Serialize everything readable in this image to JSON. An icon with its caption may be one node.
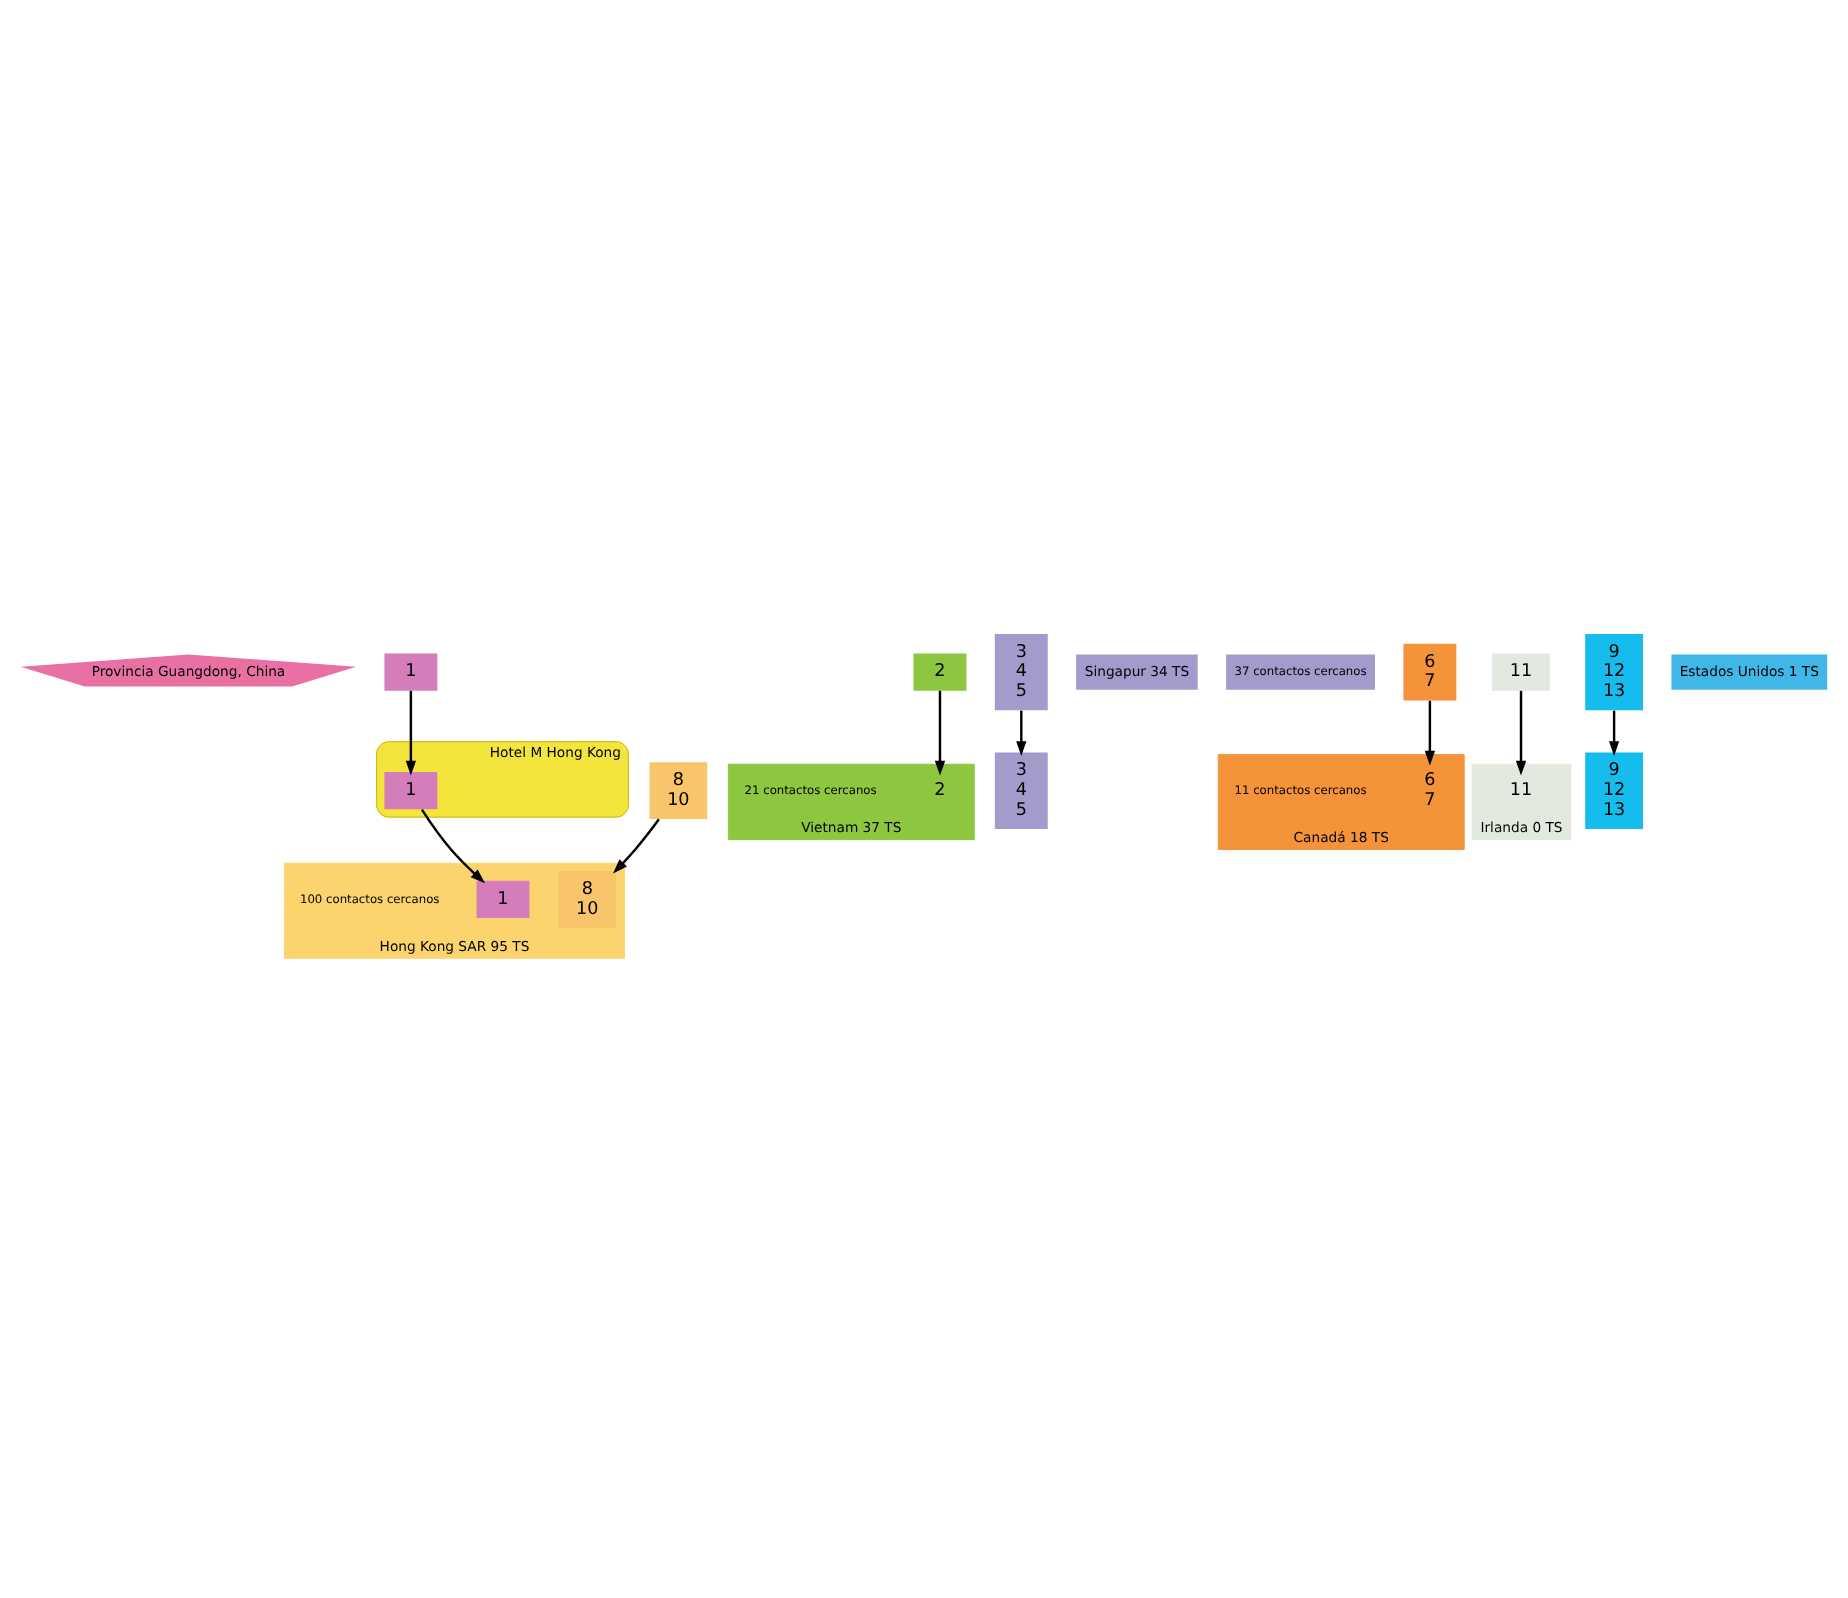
{
  "diagram": {
    "nodes": [
      {
        "text": [
          "Provincia Guangdong, China"
        ]
      },
      {
        "text": [
          "1"
        ]
      },
      {
        "text": [
          "Hotel M Hong Kong"
        ]
      },
      {
        "text": [
          "1"
        ],
        "in": 2
      },
      {
        "text": [
          "Hong Kong SAR 95 TS"
        ],
        "beside": [
          "100 contactos cercanos"
        ]
      },
      {
        "text": [
          "1"
        ],
        "in": 4
      },
      {
        "text": [
          "8",
          "10"
        ]
      },
      {
        "text": [
          "8",
          "10"
        ],
        "in": 4
      },
      {
        "text": [
          "2"
        ]
      },
      {
        "text": [
          "Vietnam 37 TS"
        ],
        "beside": [
          "21 contactos cercanos"
        ]
      },
      {
        "text": [
          "2"
        ],
        "in": 9
      },
      {
        "text": [
          "3",
          "4",
          "5"
        ]
      },
      {
        "text": [
          "Singapur 34 TS"
        ],
        "beside": [
          "37 contactos cercanos"
        ]
      },
      {
        "text": [
          "3",
          "4",
          "5"
        ]
      },
      {
        "text": [
          "6",
          "7"
        ]
      },
      {
        "text": [
          "Canadá 18 TS"
        ],
        "beside": [
          "11 contactos cercanos"
        ]
      },
      {
        "text": [
          "6",
          "7"
        ],
        "in": 15
      },
      {
        "text": [
          "11"
        ]
      },
      {
        "text": [
          "Irlanda 0 TS"
        ]
      },
      {
        "text": [
          "11"
        ],
        "in": 18
      },
      {
        "text": [
          "9",
          "12",
          "13"
        ]
      },
      {
        "text": [
          "9",
          "12",
          "13"
        ]
      },
      {
        "text": [
          "Estados Unidos 1 TS"
        ]
      }
    ],
    "edges": [
      {
        "from": 1,
        "to": 3,
        "arrow": "to"
      },
      {
        "from": 3,
        "to": 5,
        "arrow": "to"
      },
      {
        "from": 6,
        "to": 7,
        "arrow": "to"
      },
      {
        "from": 8,
        "to": 10,
        "arrow": "to"
      },
      {
        "from": 11,
        "to": 13,
        "arrow": "to"
      },
      {
        "from": 14,
        "to": 16,
        "arrow": "to"
      },
      {
        "from": 17,
        "to": 19,
        "arrow": "to"
      },
      {
        "from": 20,
        "to": 21,
        "arrow": "to"
      }
    ]
  }
}
